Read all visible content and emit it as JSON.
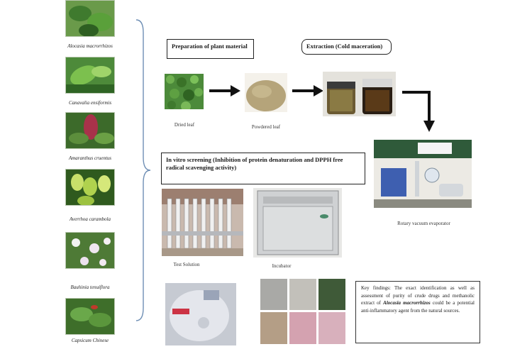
{
  "plants": [
    {
      "name": "Alocasia macrorrhizos",
      "icon": "alocasia-leaf-photo"
    },
    {
      "name": "Canavalia ensiformis",
      "icon": "canavalia-leaf-photo"
    },
    {
      "name": "Amaranthus cruentus",
      "icon": "amaranthus-leaf-photo"
    },
    {
      "name": "Averrhoa carambola",
      "icon": "averrhoa-leaf-photo"
    },
    {
      "name": "Bauhinia tenuiflora",
      "icon": "bauhinia-flower-photo"
    },
    {
      "name": "Capsicum Chinese",
      "icon": "capsicum-leaf-photo"
    }
  ],
  "steps": {
    "preparation": "Preparation of plant material",
    "extraction": "Extraction (Cold maceration)",
    "screening": "In vitro screening (Inhibition of protein denaturation and DPPH free radical scavenging activity)"
  },
  "captions": {
    "dried_leaf": "Dried leaf",
    "powdered_leaf": "Powdered leaf",
    "rotary": "Rotary vacuum evaporator",
    "test_solution": "Test Solution",
    "incubator": "Incubator"
  },
  "findings": {
    "prefix": "Key findings: The exact identification as well as assessment of purity of crude drugs and methanolic extract of ",
    "species": "Alocasia macrorrhizos",
    "suffix": " could be a potential anti-inflammatory agent from the natural sources."
  },
  "colors": {
    "leaf_green": "#3f7a2e",
    "light_green": "#8fc06a",
    "powder_tan": "#b5a47a",
    "arrow": "#111111",
    "bracket": "#6f8fb5"
  }
}
